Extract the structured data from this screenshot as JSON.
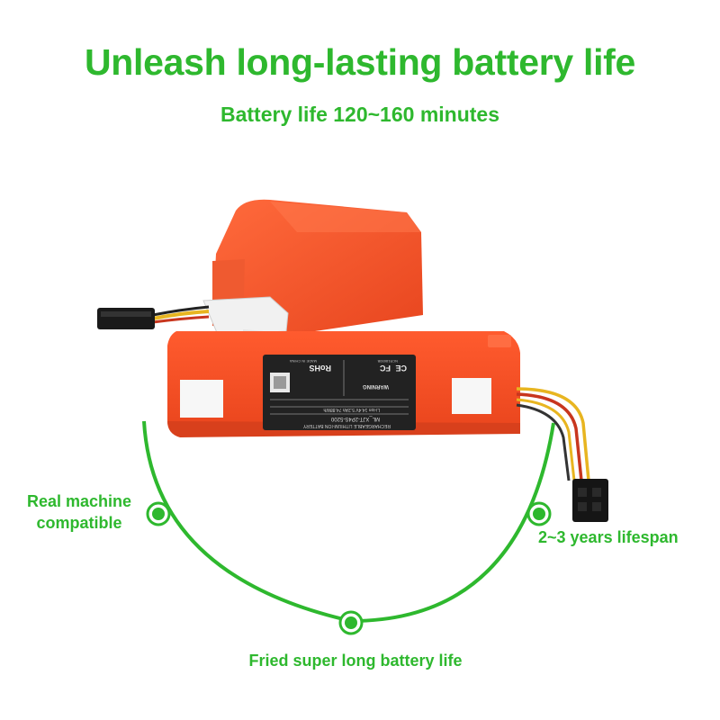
{
  "headline": "Unleash long-lasting battery life",
  "subheadline": "Battery life 120~160 minutes",
  "features": {
    "left": [
      "Real machine",
      "compatible"
    ],
    "right": "2~3 years lifespan",
    "bottom": "Fried super long battery life"
  },
  "label": {
    "rohs": "RoHS",
    "fc": "FC",
    "ce": "CE",
    "warning": "WARNING",
    "model": "ML_XJT-2P4S-5200",
    "spec": "Li-ion 14.4V 5.2Ah 74.88Wh",
    "rechargeable": "RECHARGEABLE LITHIUM-ION BATTERY",
    "made_in": "MADE IN CHINA",
    "cells": "NCR18650B"
  },
  "colors": {
    "accent_green": "#2eb82e",
    "battery_orange": "#f2552c",
    "battery_orange_dark": "#d8401c",
    "label_dark": "#222222",
    "wire_yellow": "#e8b520",
    "wire_red": "#c8361e"
  }
}
